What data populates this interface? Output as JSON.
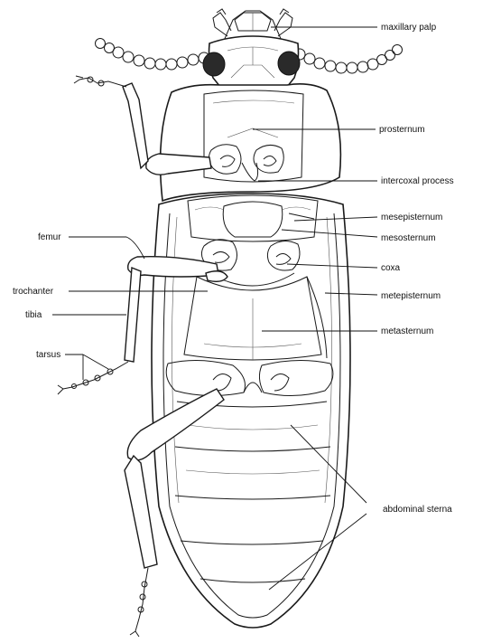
{
  "labels": {
    "maxillary_palp": "maxillary palp",
    "prosternum": "prosternum",
    "intercoxal_process": "intercoxal process",
    "mesepisternum": "mesepisternum",
    "mesosternum": "mesosternum",
    "coxa": "coxa",
    "metepisternum": "metepisternum",
    "metasternum": "metasternum",
    "abdominal_sterna": "abdominal sterna",
    "femur": "femur",
    "trochanter": "trochanter",
    "tibia": "tibia",
    "tarsus": "tarsus"
  }
}
